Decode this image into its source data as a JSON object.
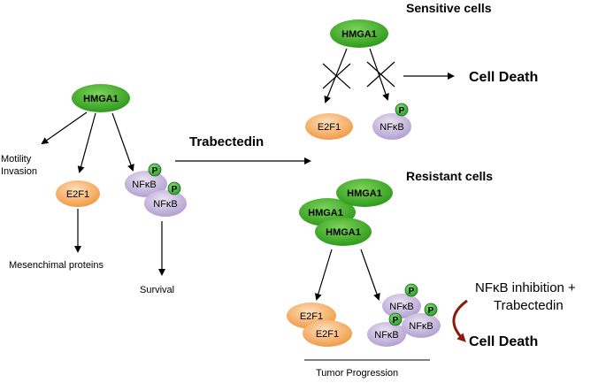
{
  "labels": {
    "sensitive_title": "Sensitive cells",
    "resistant_title": "Resistant cells",
    "treatment": "Trabectedin",
    "cell_death_top": "Cell Death",
    "cell_death_bottom": "Cell Death",
    "motility": "Motility",
    "invasion": "Invasion",
    "mesenchimal": "Mesenchimal proteins",
    "survival": "Survival",
    "nfkb_inhibition_line1": "NFκB inhibition +",
    "nfkb_inhibition_line2": "Trabectedin",
    "tumor_progression": "Tumor Progression"
  },
  "nodes": {
    "hmga1": "HMGA1",
    "e2f1": "E2F1",
    "nfkb": "NFκB",
    "p": "P"
  },
  "colors": {
    "hmga1_fill": "#2e9a1c",
    "hmga1_light": "#7dd35a",
    "e2f1_fill": "#f0a050",
    "e2f1_light": "#fbd4a8",
    "nfkb_fill": "#b8a6d4",
    "nfkb_light": "#e2d9ee",
    "p_fill": "#3ab53a",
    "death_arrow": "#8a1a0a"
  }
}
